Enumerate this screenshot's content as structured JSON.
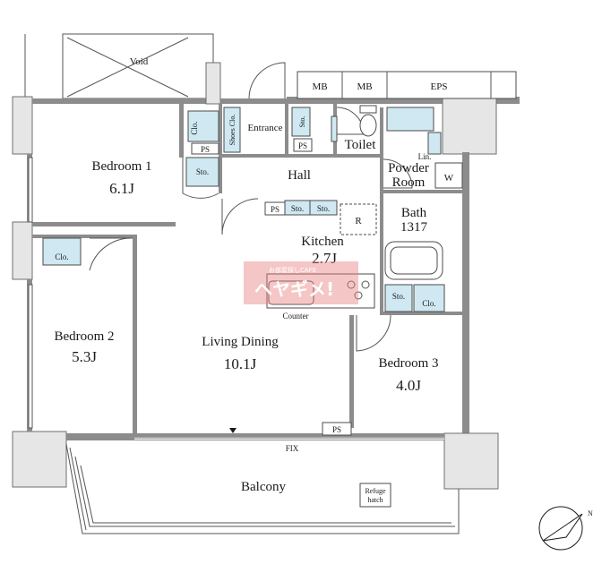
{
  "plan": {
    "rooms": {
      "void": "Void",
      "bedroom1": {
        "name": "Bedroom 1",
        "area": "6.1J"
      },
      "bedroom2": {
        "name": "Bedroom 2",
        "area": "5.3J"
      },
      "bedroom3": {
        "name": "Bedroom 3",
        "area": "4.0J"
      },
      "living": {
        "name": "Living Dining",
        "area": "10.1J"
      },
      "kitchen": {
        "name": "Kitchen",
        "area": "2.7J"
      },
      "bath": {
        "name": "Bath",
        "size": "1317"
      },
      "entrance": "Entrance",
      "toilet": "Toilet",
      "hall": "Hall",
      "powder": {
        "line1": "Powder",
        "line2": "Room"
      },
      "balcony": "Balcony"
    },
    "labels": {
      "mb1": "MB",
      "mb2": "MB",
      "eps": "EPS",
      "clo": "Clo.",
      "sto": "Sto.",
      "ps": "PS",
      "shoes": "Shoes Clo.",
      "lin": "Lin.",
      "w": "W",
      "r": "R",
      "counter": "Counter",
      "fix": "FIX",
      "refuge1": "Refuge",
      "refuge2": "hatch",
      "north": "N"
    },
    "watermark": {
      "line1": "お部屋探しCAFE",
      "line2": "ヘヤギメ!"
    },
    "colors": {
      "storage": "#cfe8f2",
      "wall": "#8c8c8c",
      "watermark": "#e98080"
    }
  }
}
